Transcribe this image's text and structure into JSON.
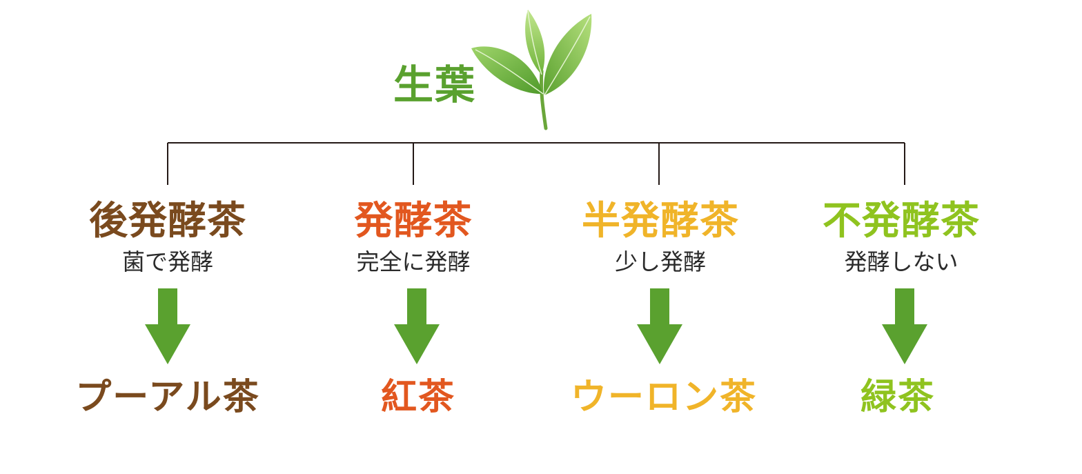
{
  "root": {
    "title": "生葉",
    "icon": "tea-leaf-icon",
    "color": "#5aa12f"
  },
  "categories": [
    {
      "title": "後発酵茶",
      "description": "菌で発酵",
      "product": "プーアル茶",
      "color": "#7a4a1e"
    },
    {
      "title": "発酵茶",
      "description": "完全に発酵",
      "product": "紅茶",
      "color": "#e2571f"
    },
    {
      "title": "半発酵茶",
      "description": "少し発酵",
      "product": "ウーロン茶",
      "color": "#f0b429"
    },
    {
      "title": "不発酵茶",
      "description": "発酵しない",
      "product": "緑茶",
      "color": "#8fc31f"
    }
  ],
  "arrow_color": "#5aa12f",
  "line_color": "#231815"
}
